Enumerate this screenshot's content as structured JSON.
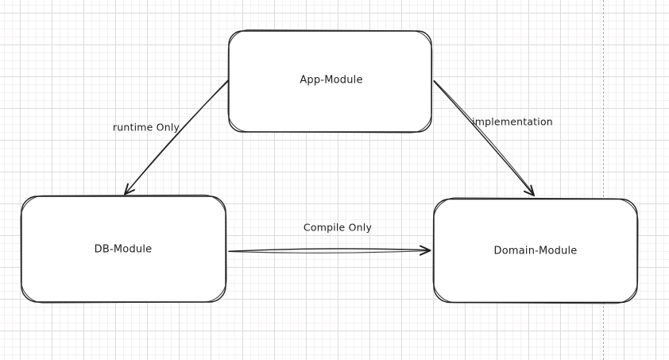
{
  "diagram": {
    "nodes": [
      {
        "id": "app-module",
        "label": "App-Module",
        "shape": "rounded-rectangle"
      },
      {
        "id": "db-module",
        "label": "DB-Module",
        "shape": "rounded-rectangle"
      },
      {
        "id": "domain-module",
        "label": "Domain-Module",
        "shape": "rounded-rectangle"
      }
    ],
    "edges": [
      {
        "id": "app-to-db",
        "from": "app-module",
        "to": "db-module",
        "label": "runtime Only",
        "arrowhead": "end"
      },
      {
        "id": "app-to-domain",
        "from": "app-module",
        "to": "domain-module",
        "label": "implementation",
        "arrowhead": "end"
      },
      {
        "id": "db-to-domain",
        "from": "db-module",
        "to": "domain-module",
        "label": "Compile Only",
        "arrowhead": "end"
      }
    ],
    "colors": {
      "stroke": "#1e1e1e",
      "node_fill": "#ffffff",
      "background": "#ffffff",
      "grid_minor": "#f4f1f1",
      "grid_major": "#dcdcdc",
      "guide_line": "#ababab",
      "text_color": "#1e1e1e"
    }
  }
}
